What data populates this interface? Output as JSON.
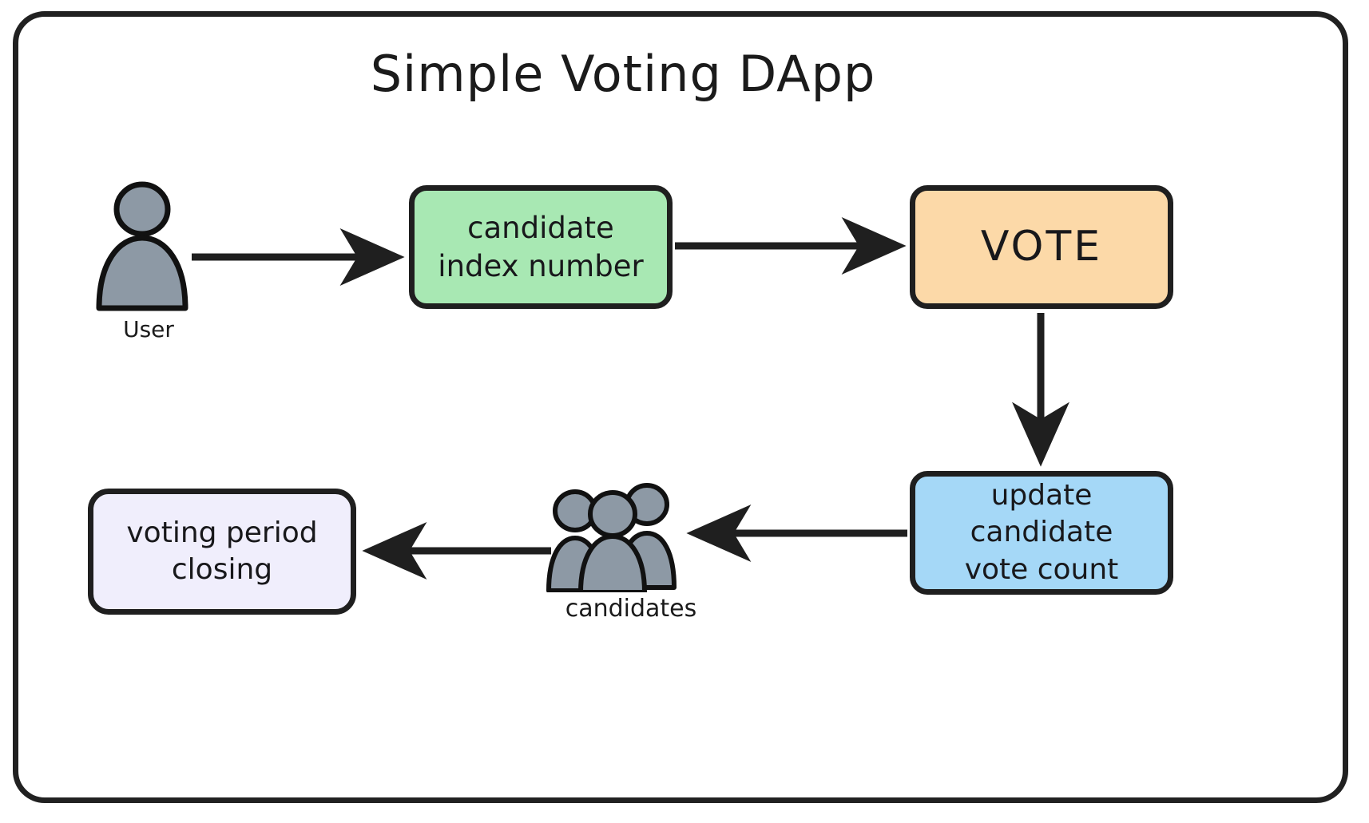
{
  "diagram": {
    "title": "Simple Voting DApp",
    "frame": {
      "border_color": "#212121"
    },
    "nodes": [
      {
        "id": "candidate-index",
        "label": "candidate\nindex number",
        "fill": "#a8e8b3"
      },
      {
        "id": "vote",
        "label": "VOTE",
        "fill": "#fcd9a8"
      },
      {
        "id": "update-vote-count",
        "label": "update candidate\nvote count",
        "fill": "#a5d8f7"
      },
      {
        "id": "voting-period-closing",
        "label": "voting period\nclosing",
        "fill": "#f0eefc"
      }
    ],
    "figures": [
      {
        "id": "user",
        "label": "User",
        "icon": "single-person-icon",
        "fill": "#8d99a5"
      },
      {
        "id": "candidates",
        "label": "candidates",
        "icon": "group-of-people-icon",
        "fill": "#8d99a5"
      }
    ],
    "edges": [
      {
        "from": "user",
        "to": "candidate-index",
        "direction": "right"
      },
      {
        "from": "candidate-index",
        "to": "vote",
        "direction": "right"
      },
      {
        "from": "vote",
        "to": "update-vote-count",
        "direction": "down"
      },
      {
        "from": "update-vote-count",
        "to": "candidates",
        "direction": "left"
      },
      {
        "from": "candidates",
        "to": "voting-period-closing",
        "direction": "left"
      }
    ]
  }
}
